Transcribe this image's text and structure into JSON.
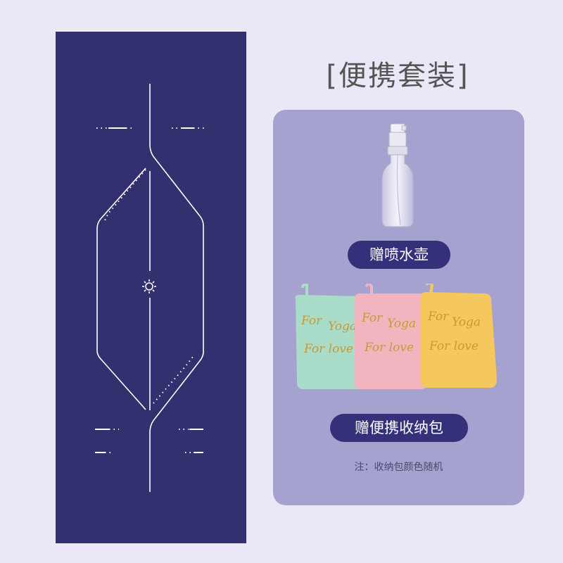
{
  "heading": "[便携套装]",
  "gift1_label": "赠喷水壶",
  "gift2_label": "赠便携收纳包",
  "note": "注：收纳包颜色随机",
  "bag_print": {
    "line1a": "For",
    "line1b": "Yoga",
    "line2": "For love"
  },
  "colors": {
    "background": "#eae8f6",
    "mat": "#33306f",
    "panel": "#a5a2d0",
    "pill": "#34317a",
    "bag_mint": "#a9dcc9",
    "bag_pink": "#f2b5bf",
    "bag_yellow": "#f4c85c",
    "bag_print": "#c49a3c"
  }
}
